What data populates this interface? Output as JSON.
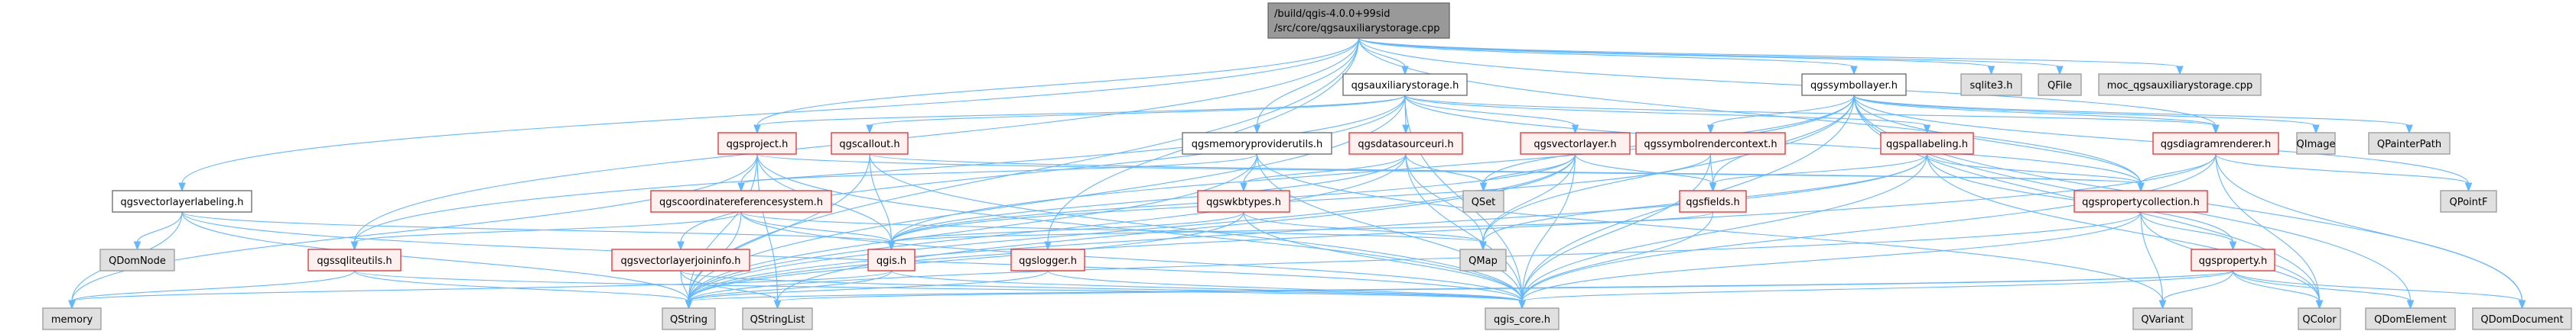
{
  "graph": {
    "title": "Include dependency graph for qgsauxiliarystorage.cpp",
    "root": {
      "line1": "/build/qgis-4.0.0+99sid",
      "line2": "/src/core/qgsauxiliarystorage.cpp"
    },
    "colors": {
      "edge": "#63b8ff",
      "root_fill": "#999999",
      "root_border": "#666666",
      "plain_fill": "#ffffff",
      "red_fill": "#fff0f0",
      "red_border": "#e03030",
      "external_fill": "#e0e0e0",
      "external_border": "#999999"
    },
    "nodes": [
      {
        "id": "qgsauxiliarystorage_h",
        "label": "qgsauxiliarystorage.h",
        "kind": "plain"
      },
      {
        "id": "qgssymbollayer_h",
        "label": "qgssymbollayer.h",
        "kind": "plain"
      },
      {
        "id": "sqlite3_h",
        "label": "sqlite3.h",
        "kind": "ext"
      },
      {
        "id": "QFile",
        "label": "QFile",
        "kind": "ext"
      },
      {
        "id": "moc",
        "label": "moc_qgsauxiliarystorage.cpp",
        "kind": "ext"
      },
      {
        "id": "qgsproject_h",
        "label": "qgsproject.h",
        "kind": "red"
      },
      {
        "id": "qgscallout_h",
        "label": "qgscallout.h",
        "kind": "red"
      },
      {
        "id": "qgsmemoryproviderutils_h",
        "label": "qgsmemoryproviderutils.h",
        "kind": "plain"
      },
      {
        "id": "qgsdatasourceuri_h",
        "label": "qgsdatasourceuri.h",
        "kind": "red"
      },
      {
        "id": "qgsvectorlayer_h",
        "label": "qgsvectorlayer.h",
        "kind": "red"
      },
      {
        "id": "qgssymbolrendercontext_h",
        "label": "qgssymbolrendercontext.h",
        "kind": "red"
      },
      {
        "id": "qgspallabeling_h",
        "label": "qgspallabeling.h",
        "kind": "red"
      },
      {
        "id": "qgsdiagramrenderer_h",
        "label": "qgsdiagramrenderer.h",
        "kind": "red"
      },
      {
        "id": "QImage",
        "label": "QImage",
        "kind": "ext"
      },
      {
        "id": "QPainterPath",
        "label": "QPainterPath",
        "kind": "ext"
      },
      {
        "id": "qgsvectorlayerlabeling_h",
        "label": "qgsvectorlayerlabeling.h",
        "kind": "plain"
      },
      {
        "id": "qgscoordinatereferencesystem_h",
        "label": "qgscoordinatereferencesystem.h",
        "kind": "red"
      },
      {
        "id": "qgswkbtypes_h",
        "label": "qgswkbtypes.h",
        "kind": "red"
      },
      {
        "id": "QSet",
        "label": "QSet",
        "kind": "ext"
      },
      {
        "id": "qgsfields_h",
        "label": "qgsfields.h",
        "kind": "red"
      },
      {
        "id": "qgspropertycollection_h",
        "label": "qgspropertycollection.h",
        "kind": "red"
      },
      {
        "id": "QPointF",
        "label": "QPointF",
        "kind": "ext"
      },
      {
        "id": "QDomNode",
        "label": "QDomNode",
        "kind": "ext"
      },
      {
        "id": "qgssqliteutils_h",
        "label": "qgssqliteutils.h",
        "kind": "red"
      },
      {
        "id": "qgsvectorlayerjoininfo_h",
        "label": "qgsvectorlayerjoininfo.h",
        "kind": "red"
      },
      {
        "id": "qgis_h",
        "label": "qgis.h",
        "kind": "red"
      },
      {
        "id": "qgslogger_h",
        "label": "qgslogger.h",
        "kind": "red"
      },
      {
        "id": "QMap",
        "label": "QMap",
        "kind": "ext"
      },
      {
        "id": "qgsproperty_h",
        "label": "qgsproperty.h",
        "kind": "red"
      },
      {
        "id": "memory",
        "label": "memory",
        "kind": "ext"
      },
      {
        "id": "QString",
        "label": "QString",
        "kind": "ext"
      },
      {
        "id": "QStringList",
        "label": "QStringList",
        "kind": "ext"
      },
      {
        "id": "qgis_core_h",
        "label": "qgis_core.h",
        "kind": "ext"
      },
      {
        "id": "QVariant",
        "label": "QVariant",
        "kind": "ext"
      },
      {
        "id": "QColor",
        "label": "QColor",
        "kind": "ext"
      },
      {
        "id": "QDomElement",
        "label": "QDomElement",
        "kind": "ext"
      },
      {
        "id": "QDomDocument",
        "label": "QDomDocument",
        "kind": "ext"
      }
    ],
    "edges": [
      [
        "root",
        "qgsauxiliarystorage_h"
      ],
      [
        "root",
        "qgssymbollayer_h"
      ],
      [
        "root",
        "sqlite3_h"
      ],
      [
        "root",
        "QFile"
      ],
      [
        "root",
        "moc"
      ],
      [
        "root",
        "qgsproject_h"
      ],
      [
        "root",
        "qgsmemoryproviderutils_h"
      ],
      [
        "root",
        "qgsvectorlayerlabeling_h"
      ],
      [
        "root",
        "qgssqliteutils_h"
      ],
      [
        "root",
        "qgslogger_h"
      ],
      [
        "root",
        "QString"
      ],
      [
        "root",
        "qgsdiagramrenderer_h"
      ],
      [
        "root",
        "qgspropertycollection_h"
      ],
      [
        "qgsauxiliarystorage_h",
        "qgsproject_h"
      ],
      [
        "qgsauxiliarystorage_h",
        "qgscallout_h"
      ],
      [
        "qgsauxiliarystorage_h",
        "qgsdatasourceuri_h"
      ],
      [
        "qgsauxiliarystorage_h",
        "qgsvectorlayer_h"
      ],
      [
        "qgsauxiliarystorage_h",
        "qgspallabeling_h"
      ],
      [
        "qgsauxiliarystorage_h",
        "qgsdiagramrenderer_h"
      ],
      [
        "qgsauxiliarystorage_h",
        "qgssqliteutils_h"
      ],
      [
        "qgsauxiliarystorage_h",
        "qgsvectorlayerjoininfo_h"
      ],
      [
        "qgsauxiliarystorage_h",
        "qgis_core_h"
      ],
      [
        "qgsauxiliarystorage_h",
        "QString"
      ],
      [
        "qgsauxiliarystorage_h",
        "qgspropertycollection_h"
      ],
      [
        "qgssymbollayer_h",
        "qgssymbolrendercontext_h"
      ],
      [
        "qgssymbollayer_h",
        "qgsdiagramrenderer_h"
      ],
      [
        "qgssymbollayer_h",
        "QImage"
      ],
      [
        "qgssymbollayer_h",
        "QPainterPath"
      ],
      [
        "qgssymbollayer_h",
        "QPointF"
      ],
      [
        "qgssymbollayer_h",
        "QColor"
      ],
      [
        "qgssymbollayer_h",
        "QDomElement"
      ],
      [
        "qgssymbollayer_h",
        "QDomDocument"
      ],
      [
        "qgssymbollayer_h",
        "qgis_h"
      ],
      [
        "qgssymbollayer_h",
        "qgis_core_h"
      ],
      [
        "qgssymbollayer_h",
        "QSet"
      ],
      [
        "qgssymbollayer_h",
        "QMap"
      ],
      [
        "qgssymbollayer_h",
        "qgsfields_h"
      ],
      [
        "qgssymbollayer_h",
        "qgspropertycollection_h"
      ],
      [
        "qgsproject_h",
        "qgscoordinatereferencesystem_h"
      ],
      [
        "qgsproject_h",
        "qgis_h"
      ],
      [
        "qgsproject_h",
        "QString"
      ],
      [
        "qgsproject_h",
        "QStringList"
      ],
      [
        "qgsproject_h",
        "memory"
      ],
      [
        "qgsproject_h",
        "qgis_core_h"
      ],
      [
        "qgsproject_h",
        "qgspropertycollection_h"
      ],
      [
        "qgscallout_h",
        "qgis_h"
      ],
      [
        "qgscallout_h",
        "qgis_core_h"
      ],
      [
        "qgscallout_h",
        "QString"
      ],
      [
        "qgscallout_h",
        "qgspropertycollection_h"
      ],
      [
        "qgsmemoryproviderutils_h",
        "qgscoordinatereferencesystem_h"
      ],
      [
        "qgsmemoryproviderutils_h",
        "qgswkbtypes_h"
      ],
      [
        "qgsmemoryproviderutils_h",
        "qgis_core_h"
      ],
      [
        "qgsmemoryproviderutils_h",
        "QVariant"
      ],
      [
        "qgsmemoryproviderutils_h",
        "QString"
      ],
      [
        "qgsdatasourceuri_h",
        "qgswkbtypes_h"
      ],
      [
        "qgsdatasourceuri_h",
        "QMap"
      ],
      [
        "qgsdatasourceuri_h",
        "QSet"
      ],
      [
        "qgsdatasourceuri_h",
        "qgis_core_h"
      ],
      [
        "qgsdatasourceuri_h",
        "QString"
      ],
      [
        "qgsdatasourceuri_h",
        "qgis_h"
      ],
      [
        "qgsvectorlayer_h",
        "qgsfields_h"
      ],
      [
        "qgsvectorlayer_h",
        "QSet"
      ],
      [
        "qgsvectorlayer_h",
        "QMap"
      ],
      [
        "qgsvectorlayer_h",
        "qgis_core_h"
      ],
      [
        "qgsvectorlayer_h",
        "QString"
      ],
      [
        "qgsvectorlayer_h",
        "QStringList"
      ],
      [
        "qgsvectorlayer_h",
        "qgis_h"
      ],
      [
        "qgssymbolrendercontext_h",
        "qgsfields_h"
      ],
      [
        "qgssymbolrendercontext_h",
        "qgis_core_h"
      ],
      [
        "qgssymbolrendercontext_h",
        "qgis_h"
      ],
      [
        "qgspallabeling_h",
        "qgspropertycollection_h"
      ],
      [
        "qgspallabeling_h",
        "qgsfields_h"
      ],
      [
        "qgspallabeling_h",
        "QMap"
      ],
      [
        "qgspallabeling_h",
        "qgis_core_h"
      ],
      [
        "qgspallabeling_h",
        "QString"
      ],
      [
        "qgspallabeling_h",
        "QColor"
      ],
      [
        "qgspallabeling_h",
        "qgsproperty_h"
      ],
      [
        "qgsdiagramrenderer_h",
        "qgspropertycollection_h"
      ],
      [
        "qgsdiagramrenderer_h",
        "QPointF"
      ],
      [
        "qgsdiagramrenderer_h",
        "QColor"
      ],
      [
        "qgsdiagramrenderer_h",
        "QDomDocument"
      ],
      [
        "qgsdiagramrenderer_h",
        "qgis_core_h"
      ],
      [
        "qgsdiagramrenderer_h",
        "QString"
      ],
      [
        "qgsvectorlayerlabeling_h",
        "QDomNode"
      ],
      [
        "qgsvectorlayerlabeling_h",
        "memory"
      ],
      [
        "qgsvectorlayerlabeling_h",
        "QString"
      ],
      [
        "qgsvectorlayerlabeling_h",
        "qgis_core_h"
      ],
      [
        "qgsvectorlayerlabeling_h",
        "qgis_h"
      ],
      [
        "qgscoordinatereferencesystem_h",
        "qgssqliteutils_h"
      ],
      [
        "qgscoordinatereferencesystem_h",
        "qgis_h"
      ],
      [
        "qgscoordinatereferencesystem_h",
        "QMap"
      ],
      [
        "qgscoordinatereferencesystem_h",
        "QString"
      ],
      [
        "qgscoordinatereferencesystem_h",
        "qgis_core_h"
      ],
      [
        "qgswkbtypes_h",
        "qgis_h"
      ],
      [
        "qgswkbtypes_h",
        "QMap"
      ],
      [
        "qgswkbtypes_h",
        "QString"
      ],
      [
        "qgswkbtypes_h",
        "qgis_core_h"
      ],
      [
        "qgsfields_h",
        "qgis_h"
      ],
      [
        "qgsfields_h",
        "qgis_core_h"
      ],
      [
        "qgspropertycollection_h",
        "qgsproperty_h"
      ],
      [
        "qgspropertycollection_h",
        "QVariant"
      ],
      [
        "qgspropertycollection_h",
        "QColor"
      ],
      [
        "qgspropertycollection_h",
        "qgis_core_h"
      ],
      [
        "qgspropertycollection_h",
        "QString"
      ],
      [
        "qgssqliteutils_h",
        "memory"
      ],
      [
        "qgssqliteutils_h",
        "QString"
      ],
      [
        "qgssqliteutils_h",
        "qgis_core_h"
      ],
      [
        "qgsvectorlayerjoininfo_h",
        "QString"
      ],
      [
        "qgsvectorlayerjoininfo_h",
        "qgis_core_h"
      ],
      [
        "qgsvectorlayerjoininfo_h",
        "QStringList"
      ],
      [
        "qgis_h",
        "QString"
      ],
      [
        "qgis_h",
        "qgis_core_h"
      ],
      [
        "qgis_h",
        "memory"
      ],
      [
        "qgslogger_h",
        "QString"
      ],
      [
        "qgslogger_h",
        "qgis_core_h"
      ],
      [
        "qgsproperty_h",
        "QVariant"
      ],
      [
        "qgsproperty_h",
        "QColor"
      ],
      [
        "qgsproperty_h",
        "QDomElement"
      ],
      [
        "qgsproperty_h",
        "QDomDocument"
      ],
      [
        "qgsproperty_h",
        "qgis_core_h"
      ],
      [
        "qgsproperty_h",
        "QString"
      ],
      [
        "qgsproperty_h",
        "QStringList"
      ]
    ]
  }
}
